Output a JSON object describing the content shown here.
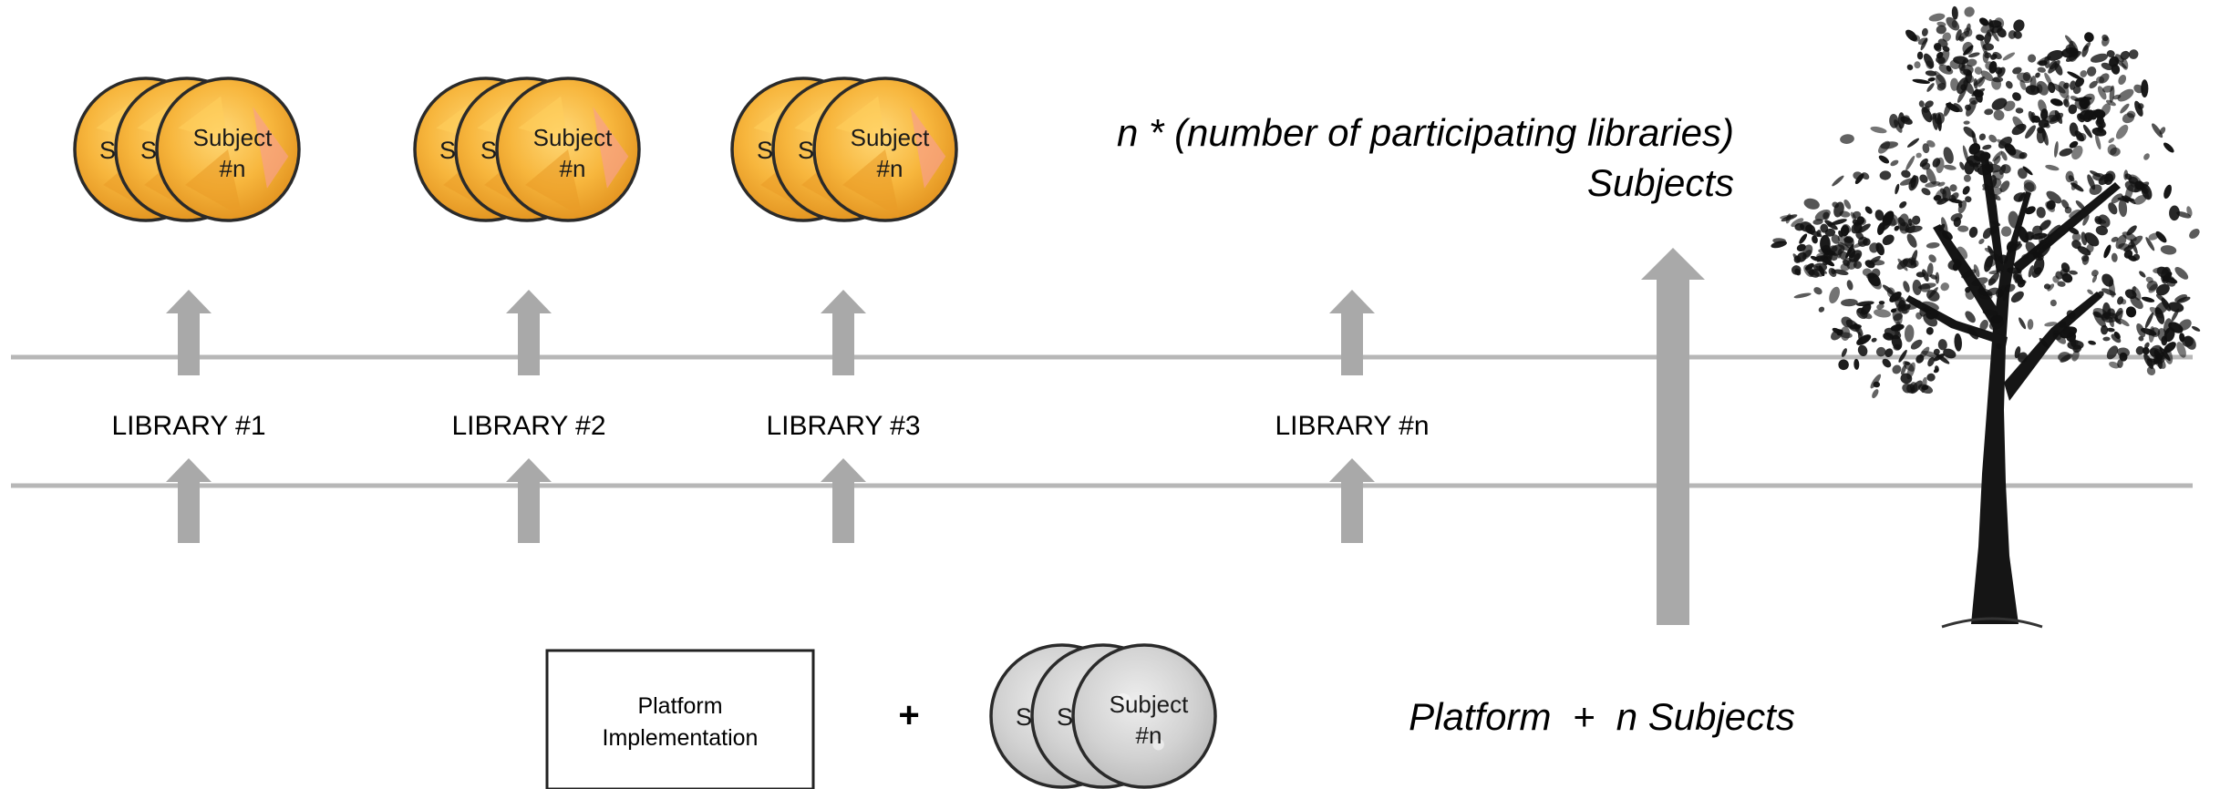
{
  "libraries": [
    {
      "label": "LIBRARY #1",
      "coins": true
    },
    {
      "label": "LIBRARY #2",
      "coins": true
    },
    {
      "label": "LIBRARY #3",
      "coins": true
    },
    {
      "label": "LIBRARY #n",
      "coins": false
    }
  ],
  "coin_prefix": "S",
  "coin_front": {
    "line1": "Subject",
    "line2": "#n"
  },
  "total_text": {
    "line1": "n * (number of participating libraries)",
    "line2": "Subjects"
  },
  "platform_box": {
    "line1": "Platform",
    "line2": "Implementation"
  },
  "plus_sign": "+",
  "base_text": "Platform  +  n Subjects",
  "colors": {
    "band": "#b5b5b5",
    "arrow": "#a9a9a9",
    "coin_gold": "#f6b73c",
    "coin_gold_light": "#ffd76a",
    "coin_grey": "#d4d4d4",
    "coin_outline": "#2a2a2a",
    "tree": "#111111"
  },
  "icons": {
    "tree": "tree-illustration"
  }
}
